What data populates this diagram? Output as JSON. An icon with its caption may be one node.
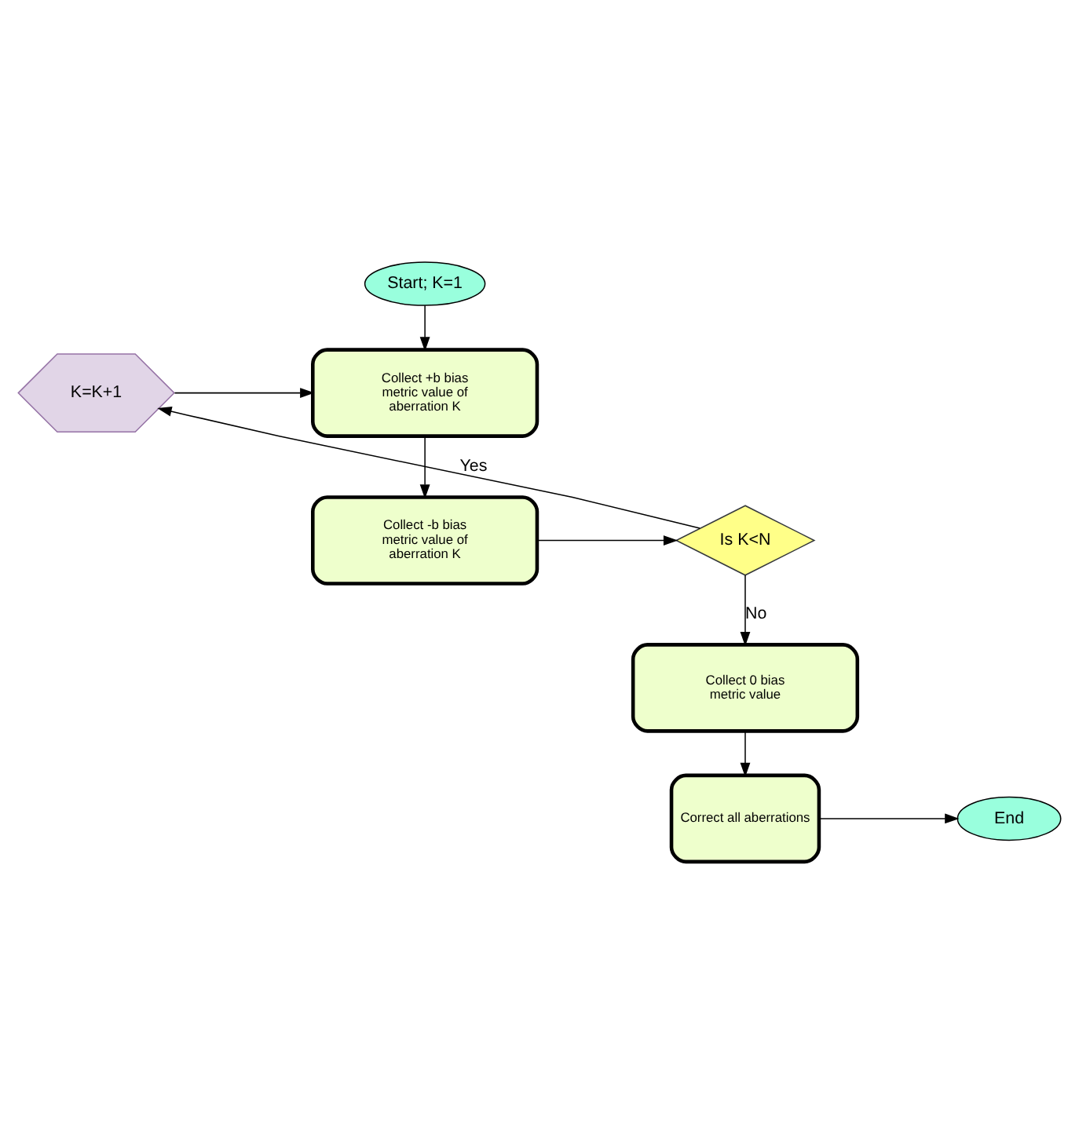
{
  "diagram": {
    "nodes": [
      {
        "text": [
          "Start; K=1"
        ]
      },
      {
        "text": [
          "Collect +b bias metric value of aberration K"
        ]
      },
      {
        "text": [
          "K=K+1"
        ]
      },
      {
        "text": [
          "Collect -b bias metric value of aberration K"
        ]
      },
      {
        "text": [
          "Is K<N"
        ]
      },
      {
        "text": [
          "Collect 0 bias metric value"
        ]
      },
      {
        "text": [
          "Correct all aberrations"
        ]
      },
      {
        "text": [
          "End"
        ]
      }
    ],
    "edges": [
      {
        "from": 0,
        "to": 1,
        "arrow": "to"
      },
      {
        "from": 2,
        "to": 1,
        "arrow": "to"
      },
      {
        "from": 1,
        "to": 3,
        "arrow": "to"
      },
      {
        "from": 3,
        "to": 4,
        "arrow": "to"
      },
      {
        "from": 4,
        "to": 2,
        "arrow": "to",
        "label": "Yes"
      },
      {
        "from": 4,
        "to": 5,
        "arrow": "to",
        "label": "No"
      },
      {
        "from": 5,
        "to": 6,
        "arrow": "to"
      },
      {
        "from": 6,
        "to": 7,
        "arrow": "to"
      }
    ]
  }
}
